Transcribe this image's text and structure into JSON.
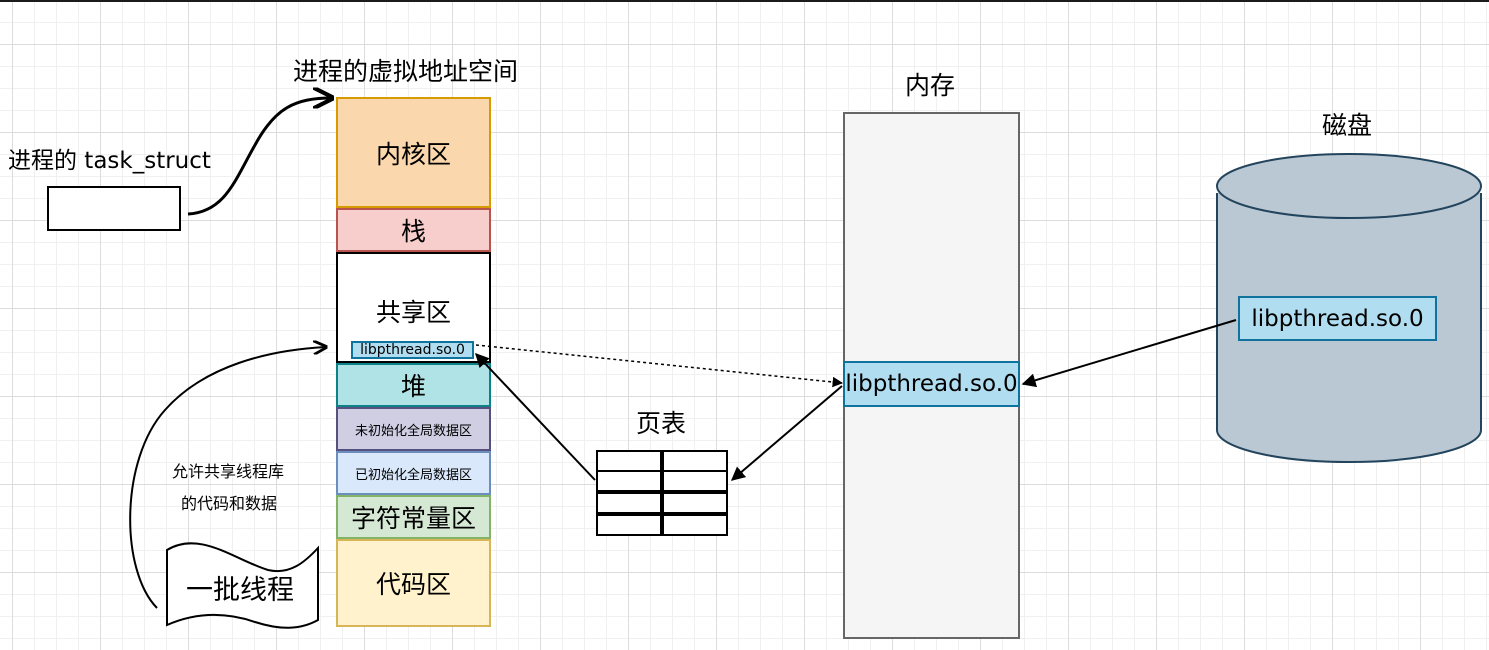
{
  "titles": {
    "vas": "进程的虚拟地址空间",
    "task_struct": "进程的 task_struct",
    "memory": "内存",
    "disk": "磁盘",
    "page_table": "页表"
  },
  "segments": {
    "kernel": "内核区",
    "stack": "栈",
    "shared": "共享区",
    "shared_lib": "libpthread.so.0",
    "heap": "堆",
    "bss": "未初始化全局数据区",
    "data": "已初始化全局数据区",
    "rodata": "字符常量区",
    "code": "代码区"
  },
  "memory_lib": "libpthread.so.0",
  "disk_lib": "libpthread.so.0",
  "note": {
    "line1": "允许共享线程库",
    "line2": "的代码和数据"
  },
  "threads_label": "一批线程",
  "colors": {
    "kernel": "#fad7ac",
    "stack": "#f8cecc",
    "heap": "#b0e3e6",
    "bss": "#d0cee2",
    "data": "#dae8fc",
    "rodata": "#d5e8d4",
    "code": "#fff2cc",
    "lib": "#b1ddf0",
    "memory": "#f5f5f5",
    "disk": "#bac8d3"
  }
}
